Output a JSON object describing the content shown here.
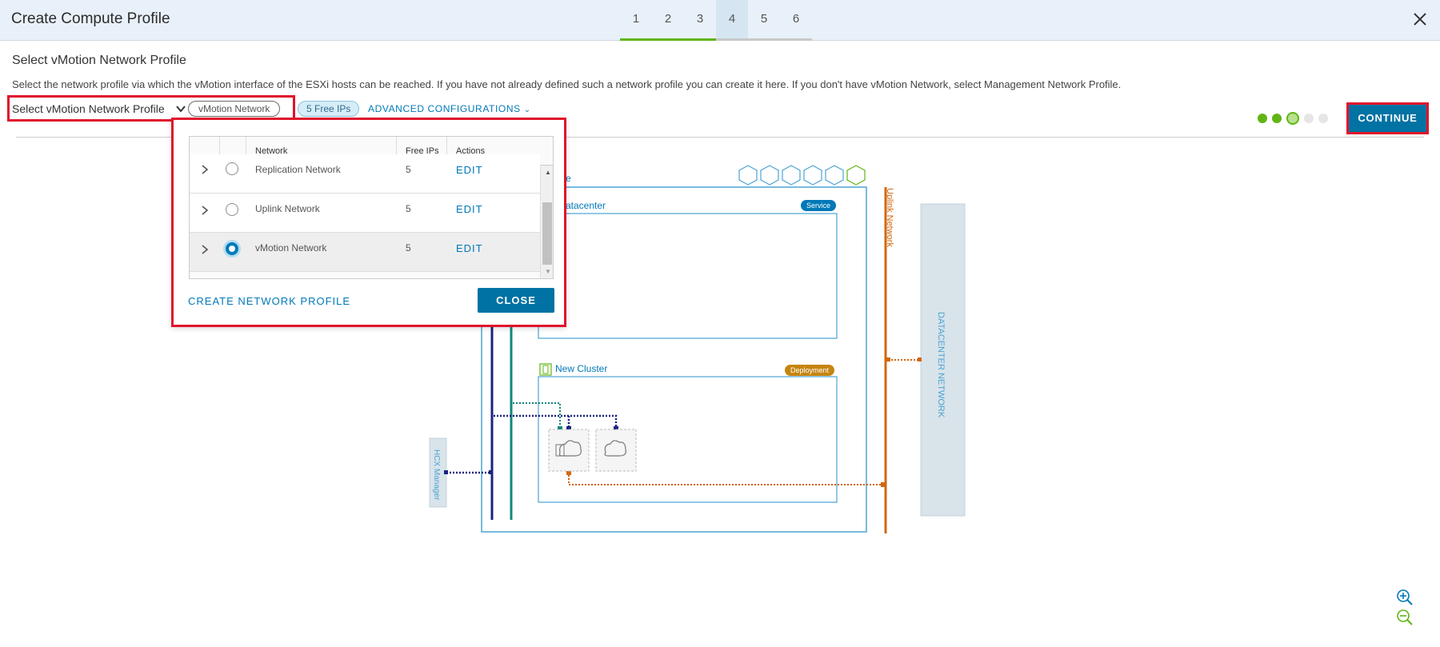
{
  "header": {
    "title": "Create Compute Profile",
    "steps": [
      "1",
      "2",
      "3",
      "4",
      "5",
      "6"
    ],
    "current_step": 4
  },
  "section": {
    "title": "Select vMotion Network Profile",
    "description": "Select the network profile via which the vMotion interface of the ESXi hosts can be reached. If you have not already defined such a network profile you can create it here. If you don't have vMotion Network, select Management Network Profile."
  },
  "toolbar": {
    "select_label": "Select vMotion Network Profile",
    "selected_chip": "vMotion Network",
    "free_ips_chip": "5 Free IPs",
    "advanced_label": "ADVANCED CONFIGURATIONS",
    "continue_label": "CONTINUE"
  },
  "progress": {
    "completed": 2,
    "current": 3,
    "total": 5
  },
  "dropdown": {
    "columns": [
      "Network",
      "Free IPs",
      "Actions"
    ],
    "rows": [
      {
        "network": "Replication Network",
        "free_ips": "5",
        "action": "EDIT",
        "selected": false
      },
      {
        "network": "Uplink Network",
        "free_ips": "5",
        "action": "EDIT",
        "selected": false
      },
      {
        "network": "vMotion Network",
        "free_ips": "5",
        "action": "EDIT",
        "selected": true
      }
    ],
    "create_label": "CREATE NETWORK PROFILE",
    "close_label": "CLOSE"
  },
  "diagram": {
    "site_label_fragment": "e",
    "datacenter_fragment": "atacenter",
    "service_badge": "Service",
    "cluster_label": "New Cluster",
    "deployment_badge": "Deployment",
    "uplink_label": "Uplink Network",
    "hcx_label": "HCX Manager",
    "datacenter_network_label": "DATACENTER NETWORK"
  },
  "colors": {
    "accent": "#0079b8",
    "button": "#0072a3",
    "highlight_red": "#e0142b",
    "step_done": "#60b515",
    "uplink_orange": "#d1670f",
    "mgmt_navy": "#1a237e",
    "teal": "#12887a"
  }
}
